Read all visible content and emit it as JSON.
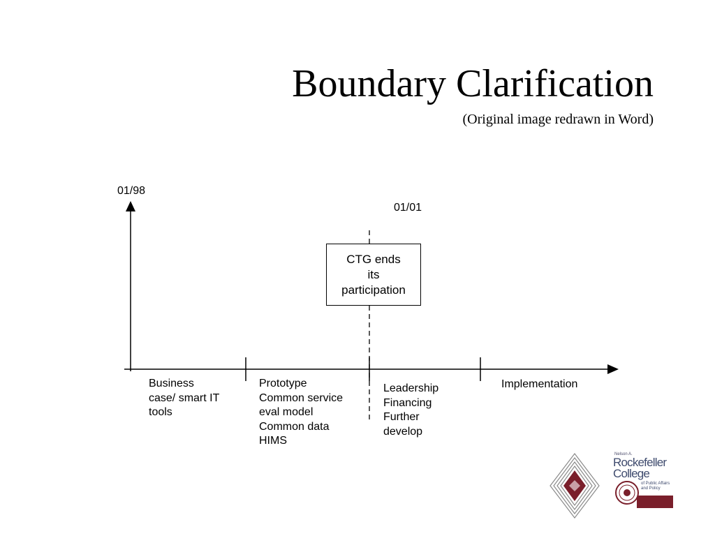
{
  "slide": {
    "title": "Boundary Clarification",
    "subtitle": "(Original image redrawn in Word)"
  },
  "timeline": {
    "start_label": "01/98",
    "marker_label": "01/01",
    "callout": [
      "CTG ends",
      "its",
      "participation"
    ],
    "phases": [
      {
        "lines": [
          "Business",
          "case/ smart IT",
          "tools"
        ]
      },
      {
        "lines": [
          "Prototype",
          "Common service",
          "eval model",
          "Common data",
          "HIMS"
        ]
      },
      {
        "lines": [
          "Leadership",
          "Financing",
          "Further",
          "develop"
        ]
      },
      {
        "lines": [
          "Implementation"
        ]
      }
    ]
  },
  "logos": {
    "college_small": "Nelson A.",
    "college_name_1": "Rockefeller",
    "college_name_2": "College",
    "college_sub_1": "of Public Affairs",
    "college_sub_2": "and Policy"
  },
  "colors": {
    "maroon": "#7a1f2b",
    "navy_text": "#3f4b6e"
  }
}
